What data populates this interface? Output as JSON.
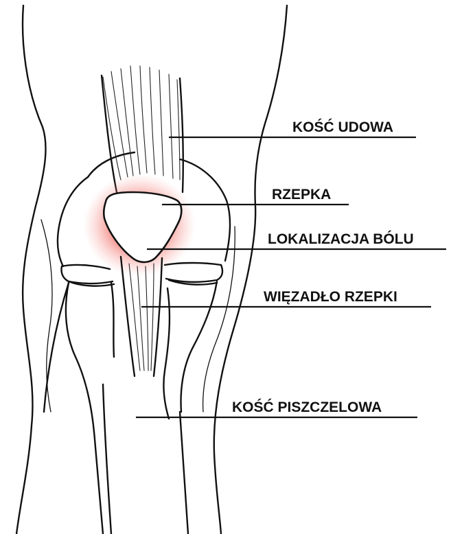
{
  "labels": {
    "femur": "KOŚĆ UDOWA",
    "patella": "RZEPKA",
    "pain_location": "LOKALIZACJA BÓLU",
    "patellar_ligament": "WIĘZADŁO RZEPKI",
    "tibia": "KOŚĆ PISZCZELOWA"
  },
  "colors": {
    "ink": "#111111",
    "pain_glow": "#e8342f",
    "background": "#ffffff"
  }
}
